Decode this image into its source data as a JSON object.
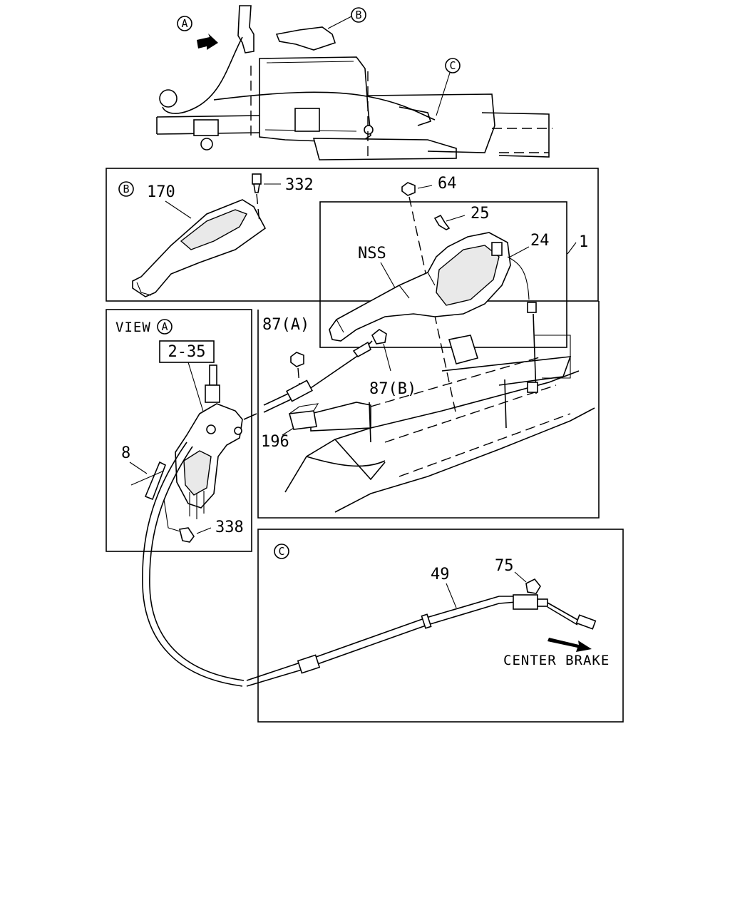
{
  "callouts": {
    "a": "A",
    "b": "B",
    "c": "C"
  },
  "panel_b": {
    "labels": {
      "p170": "170",
      "p332": "332",
      "p64": "64",
      "p25": "25",
      "p24": "24",
      "p1": "1",
      "nss": "NSS"
    }
  },
  "view_a": {
    "title": "VIEW",
    "ref_box": "2-35",
    "labels": {
      "p8": "8",
      "p338": "338"
    }
  },
  "center": {
    "labels": {
      "p87a": "87(A)",
      "p87b": "87(B)",
      "p196": "196"
    }
  },
  "panel_c": {
    "labels": {
      "p49": "49",
      "p75": "75"
    },
    "direction": "CENTER BRAKE"
  }
}
